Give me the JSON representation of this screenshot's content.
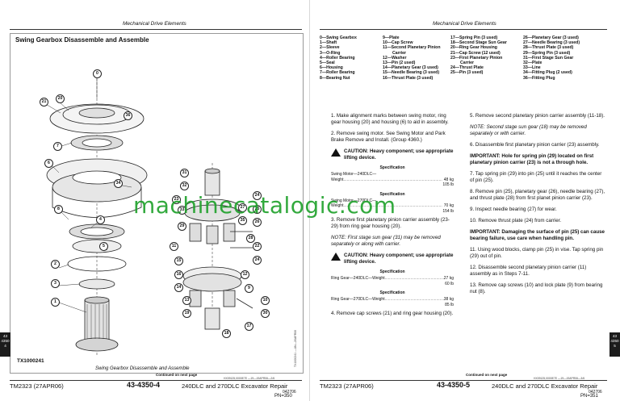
{
  "left_page": {
    "running_header": "Mechanical Drive Elements",
    "figure": {
      "title": "Swing Gearbox Disassemble and Assemble",
      "figure_id": "TX1000241",
      "vertical_code": "TX1000241 —UN—20APR06",
      "caption": "Swing Gearbox Disassemble and Assemble",
      "continued": "Continued on next page",
      "revision_code": "HX09125,0000E7E —19—19APR06—2/6",
      "callouts": [
        "0",
        "20",
        "21",
        "7",
        "6",
        "34",
        "8",
        "4",
        "31",
        "32",
        "23",
        "33",
        "27",
        "35",
        "29",
        "28",
        "11",
        "15",
        "16",
        "14",
        "12",
        "9",
        "22",
        "2",
        "3",
        "1",
        "5",
        "13",
        "25",
        "26",
        "24",
        "24",
        "10",
        "30",
        "19",
        "17",
        "18",
        "36"
      ]
    },
    "footer": {
      "manual": "TM2323 (27APR06)",
      "page_number": "43-4350-4",
      "machine": "240DLC and 270DLC Excavator Repair",
      "small_code": "042706",
      "pn": "PN=350"
    },
    "tab": {
      "line1": "43",
      "line2": "4350",
      "line3": "4"
    }
  },
  "right_page": {
    "running_header": "Mechanical Drive Elements",
    "legend": {
      "col1": [
        "0—Swing Gearbox",
        "1—Shaft",
        "2—Sleeve",
        "3—O-Ring",
        "4—Roller Bearing",
        "5—Seal",
        "6—Housing",
        "7—Roller Bearing",
        "8—Bearing Nut"
      ],
      "col2": [
        "9—Plate",
        "10—Cap Screw",
        "11—Second Planetary Pinion",
        "Carrier",
        "12—Washer",
        "13—Pin (2 used)",
        "14—Planetary Gear (3 used)",
        "15—Needle Bearing (3 used)",
        "16—Thrust Plate (3 used)"
      ],
      "col3": [
        "17—Spring Pin (3 used)",
        "18—Second Stage Sun Gear",
        "20—Ring Gear Housing",
        "21—Cap Screw (12 used)",
        "23—First Planetary Pinion",
        "Carrier",
        "24—Thrust Plate",
        "25—Pin (3 used)"
      ],
      "col4": [
        "26—Planetary Gear (3 used)",
        "27—Needle Bearing (3 used)",
        "28—Thrust Plate (3 used)",
        "29—Spring Pin (3 used)",
        "31—First Stage Sun Gear",
        "32—Plate",
        "33—Line",
        "34—Fitting Plug (2 used)",
        "36—Fitting Plug"
      ]
    },
    "left_column": {
      "step1": "1. Make alignment marks between swing motor, ring gear housing (20) and housing (6) to aid in assembly.",
      "step2": "2. Remove swing motor. See Swing Motor and Park Brake Remove and Install. (Group 4360.)",
      "caution1": "CAUTION: Heavy component; use appropriate lifting device.",
      "spec1_title": "Specification",
      "spec1_label1": "Swing Motor—240DLC—",
      "spec1_label2": "Weight",
      "spec1_val": "48 kg",
      "spec1_alt": "105 lb",
      "spec2_title": "Specification",
      "spec2_label1": "Swing Motor—270DLC—",
      "spec2_label2": "Weight",
      "spec2_val": "70 kg",
      "spec2_alt": "154 lb",
      "step3": "3. Remove first planetary pinion carrier assembly (23-29) from ring gear housing (20).",
      "note1": "NOTE: First stage sun gear (31) may be removed separately or along with carrier.",
      "caution2": "CAUTION: Heavy component; use appropriate lifting device.",
      "spec3_title": "Specification",
      "spec3_label": "Ring Gear—240DLC—Weight",
      "spec3_val": "27 kg",
      "spec3_alt": "60 lb",
      "spec4_title": "Specification",
      "spec4_label": "Ring Gear—270DLC—Weight",
      "spec4_val": "38 kg",
      "spec4_alt": "85 lb",
      "step4": "4. Remove cap screws (21) and ring gear housing (20)."
    },
    "right_column": {
      "step5": "5. Remove second planetary pinion carrier assembly (11-18).",
      "note2": "NOTE: Second stage sun gear (18) may be removed separately or with carrier.",
      "step6": "6. Disassemble first planetary pinion carrier (23) assembly.",
      "important1": "IMPORTANT: Hole for spring pin (29) located on first planetary pinion carrier (23) is not a through hole.",
      "step7": "7. Tap spring pin (29) into pin (25) until it reaches the center of pin (25).",
      "step8": "8. Remove pin (25), planetary gear (26), needle bearing (27), and thrust plate (28) from first planet pinion carrier (23).",
      "step9": "9. Inspect needle bearing (27) for wear.",
      "step10": "10. Remove thrust plate (24) from carrier.",
      "important2": "IMPORTANT: Damaging the surface of pin (25) can cause bearing failure, use care when handling pin.",
      "step11": "11. Using wood blocks, clamp pin (25) in vise. Tap spring pin (29) out of pin.",
      "step12": "12. Disassemble second planetary pinion carrier (11) assembly as in Steps 7-11.",
      "step13": "13. Remove cap screws (10) and lock plate (9) from bearing nut (8)."
    },
    "continued": "Continued on next page",
    "revision_code": "HX09125,0000E7E —19—19APR06—3/6",
    "footer": {
      "manual": "TM2323 (27APR06)",
      "page_number": "43-4350-5",
      "machine": "240DLC and 270DLC Excavator Repair",
      "small_code": "042706",
      "pn": "PN=351"
    },
    "tab": {
      "line1": "43",
      "line2": "4350",
      "line3": "5"
    }
  },
  "watermark": "machinecatalogic.com"
}
